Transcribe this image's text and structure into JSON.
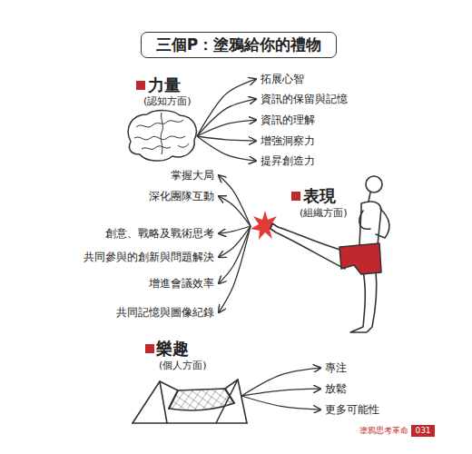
{
  "diagram": {
    "title": "三個P：塗鴉給你的禮物",
    "labels": [
      "力量",
      "(認知方面)",
      "拓展心智",
      "資訊的保留與記憶",
      "資訊的理解",
      "增強洞察力",
      "提昇創造力",
      "掌握大局",
      "深化團隊互動",
      "表現",
      "(組織方面)",
      "創意、戰略及戰術思考",
      "共同參與的創新與問題解決",
      "增進會議效率",
      "共同記憶與圖像紀錄",
      "樂趣",
      "(個人方面)",
      "專注",
      "放鬆",
      "更多可能性",
      "塗鴉思考革命",
      "031"
    ]
  }
}
